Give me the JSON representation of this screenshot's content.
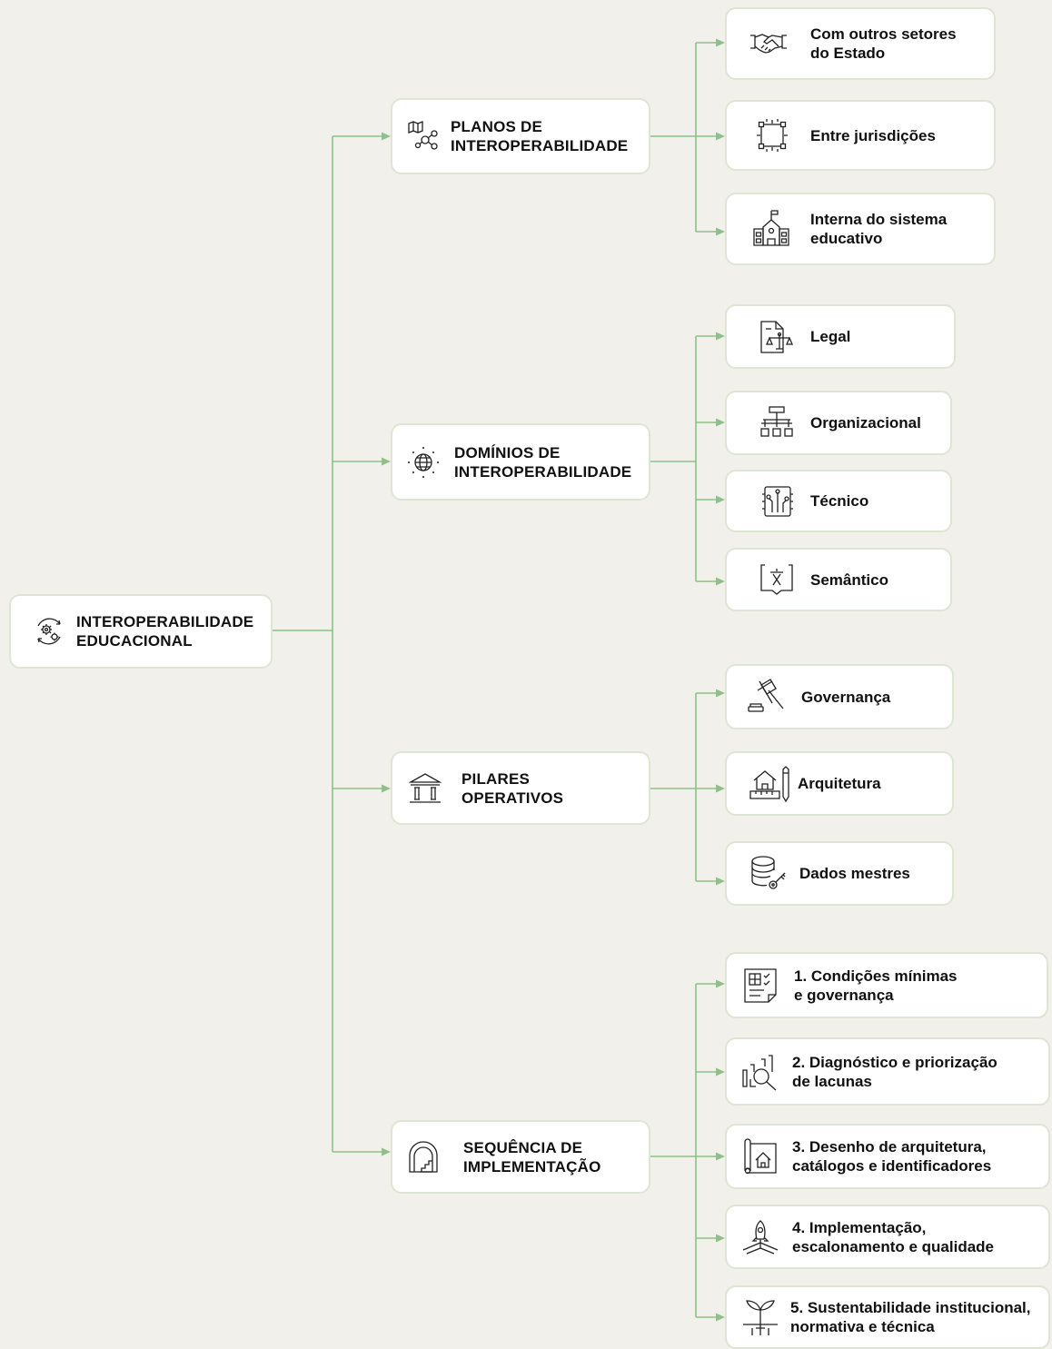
{
  "root": {
    "label": "INTEROPERABILIDADE\nEDUCACIONAL",
    "icon": "gears-cycle-icon"
  },
  "categories": [
    {
      "label": "PLANOS DE\nINTEROPERABILIDADE",
      "icon": "map-network-icon",
      "items": [
        {
          "label": "Com outros setores\ndo Estado",
          "icon": "handshake-icon"
        },
        {
          "label": "Entre jurisdições",
          "icon": "bounding-frame-icon"
        },
        {
          "label": "Interna do sistema\neducativo",
          "icon": "school-building-icon"
        }
      ]
    },
    {
      "label": "DOMÍNIOS DE\nINTEROPERABILIDADE",
      "icon": "globe-icon",
      "items": [
        {
          "label": "Legal",
          "icon": "legal-document-scale-icon"
        },
        {
          "label": "Organizacional",
          "icon": "org-chart-icon"
        },
        {
          "label": "Técnico",
          "icon": "circuit-chip-icon"
        },
        {
          "label": "Semântico",
          "icon": "translate-book-icon"
        }
      ]
    },
    {
      "label": "PILARES\nOPERATIVOS",
      "icon": "columns-building-icon",
      "items": [
        {
          "label": "Governança",
          "icon": "gavel-icon"
        },
        {
          "label": "Arquitetura",
          "icon": "house-blueprint-pencil-icon"
        },
        {
          "label": "Dados mestres",
          "icon": "database-key-icon"
        }
      ]
    },
    {
      "label": "SEQUÊNCIA DE\nIMPLEMENTAÇÃO",
      "icon": "tunnel-stairs-icon",
      "items": [
        {
          "label": "1. Condições mínimas\ne governança",
          "icon": "checklist-document-icon"
        },
        {
          "label": "2. Diagnóstico e priorização\nde lacunas",
          "icon": "chart-magnifier-icon"
        },
        {
          "label": "3. Desenho de arquitetura,\ncatálogos e identificadores",
          "icon": "blueprint-roll-icon"
        },
        {
          "label": "4. Implementação,\nescalonamento e qualidade",
          "icon": "rocket-launch-icon"
        },
        {
          "label": "5. Sustentabilidade institucional,\nnormativa e técnica",
          "icon": "sprout-icon"
        }
      ]
    }
  ],
  "colors": {
    "connector": "#8fbf8a",
    "node_border": "#dde5d3",
    "background": "#f2f0ea",
    "text": "#111111"
  }
}
